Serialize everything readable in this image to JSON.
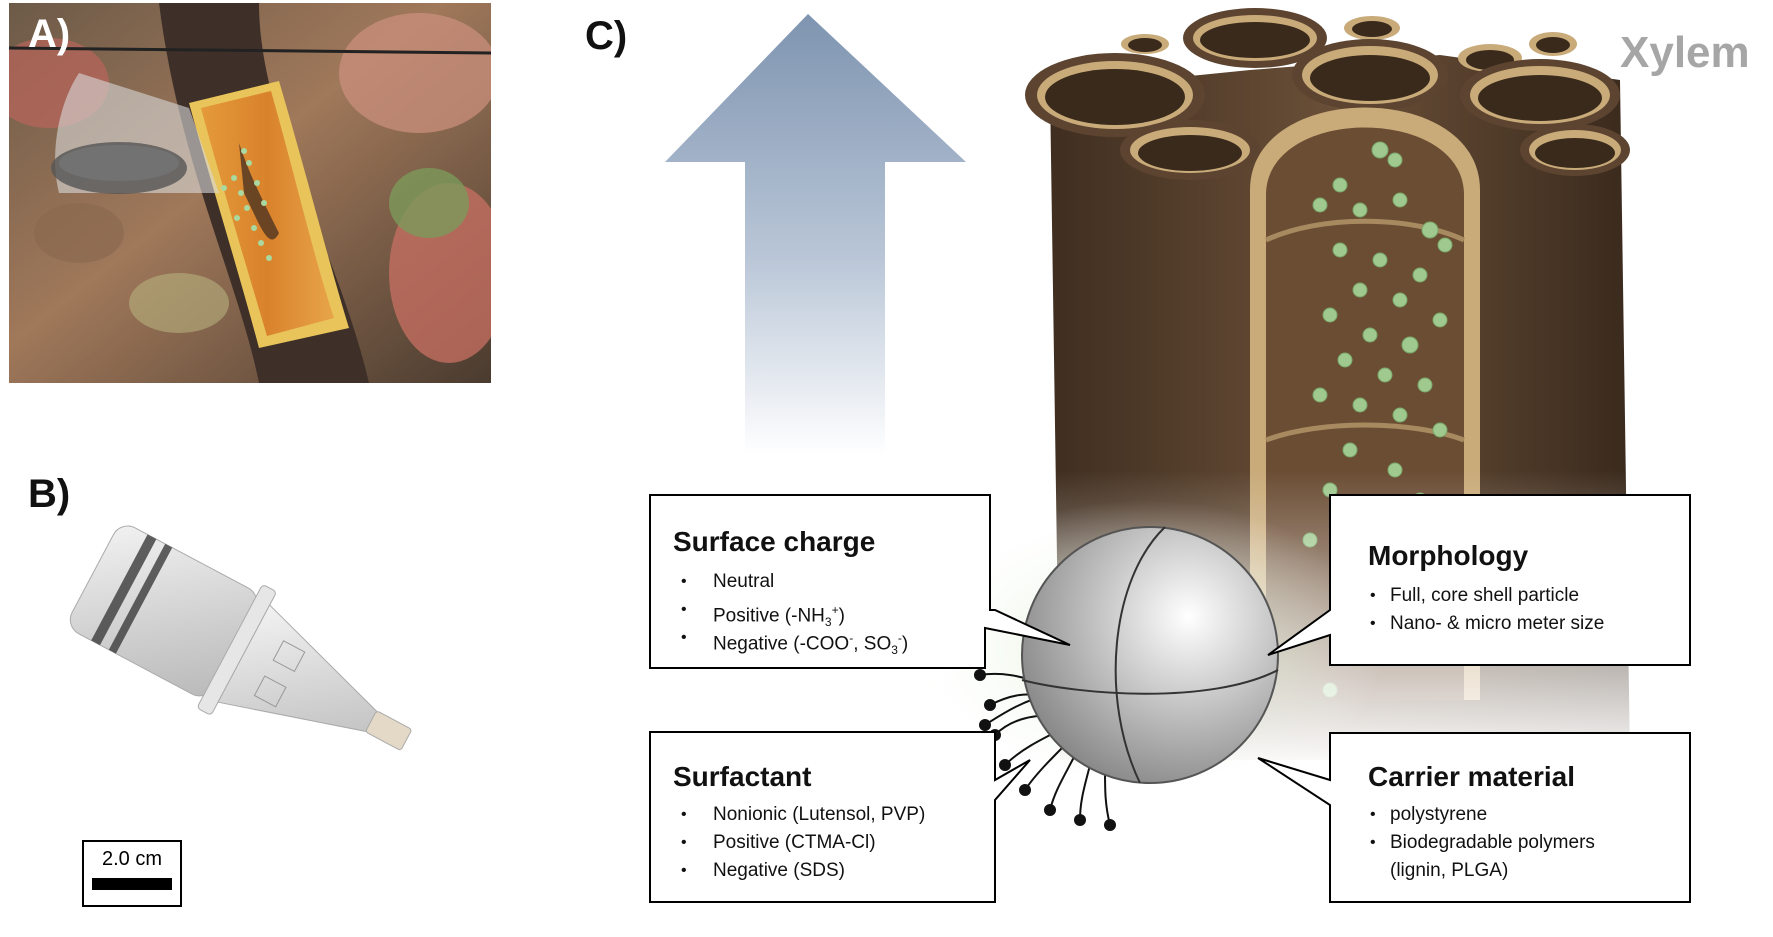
{
  "panels": {
    "a": "A)",
    "b": "B)",
    "c": "C)"
  },
  "xylem_label": "Xylem",
  "scale_bar": {
    "label": "2.0 cm"
  },
  "callouts": {
    "surface_charge": {
      "title": "Surface charge",
      "items": [
        "Neutral",
        "Positive (-NH",
        "Negative (-COO",
        "SO"
      ],
      "sub": {
        "three": "3",
        "plus": "+",
        "minus": "-"
      }
    },
    "morphology": {
      "title": "Morphology",
      "items": [
        "Full, core shell particle",
        "Nano- & micro meter size"
      ]
    },
    "surfactant": {
      "title": "Surfactant",
      "items": [
        "Nonionic (Lutensol, PVP)",
        "Positive (CTMA-Cl)",
        "Negative (SDS)"
      ]
    },
    "carrier_material": {
      "title": "Carrier material",
      "items": [
        "polystyrene",
        "Biodegradable polymers",
        "(lignin, PLGA)"
      ]
    }
  },
  "colors": {
    "arrow_top": "#7e94b0",
    "arrow_bottom": "#ffffff",
    "xylem_wood": "#5b4330",
    "xylem_inner": "#c8aa7a",
    "particles": "#9fc98e",
    "sphere": "#b9b9b9",
    "glow": "#dff0d4"
  }
}
